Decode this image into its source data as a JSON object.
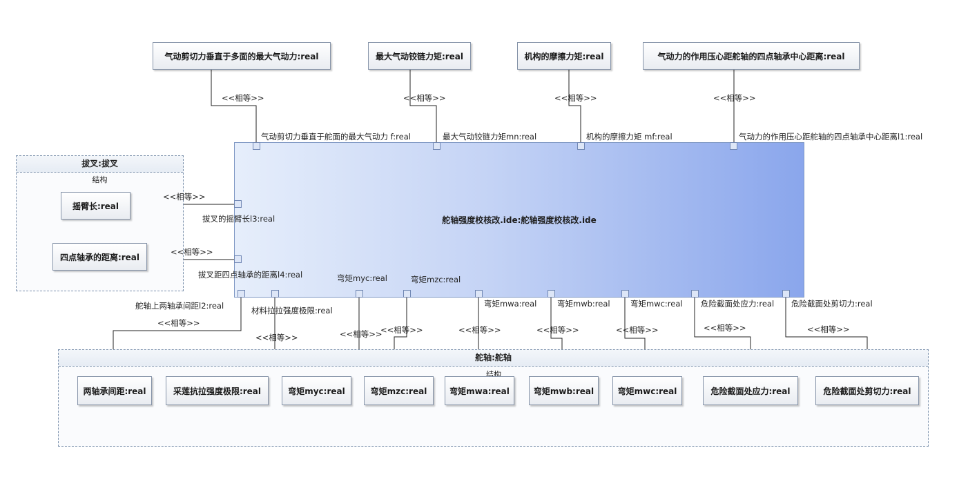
{
  "stereotype": "<<相等>>",
  "constraint_block": {
    "label": "舵轴强度校核改.ide:舵轴强度校核改.ide"
  },
  "top_values": [
    {
      "label": "气动剪切力垂直于多面的最大气动力:real"
    },
    {
      "label": "最大气动铰链力矩:real"
    },
    {
      "label": "机构的摩擦力矩:real"
    },
    {
      "label": "气动力的作用压心距舵轴的四点轴承中心距离:real"
    }
  ],
  "left_group": {
    "title": "拔叉:拔叉",
    "subtitle": "结构",
    "values": [
      {
        "label": "摇臂长:real"
      },
      {
        "label": "四点轴承的距离:real"
      }
    ]
  },
  "bottom_group": {
    "title": "舵轴:舵轴",
    "subtitle": "结构",
    "values": [
      {
        "label": "两轴承间距:real"
      },
      {
        "label": "采莲抗拉强度极限:real"
      },
      {
        "label": "弯矩myc:real"
      },
      {
        "label": "弯矩mzc:real"
      },
      {
        "label": "弯矩mwa:real"
      },
      {
        "label": "弯矩mwb:real"
      },
      {
        "label": "弯矩mwc:real"
      },
      {
        "label": "危险截面处应力:real"
      },
      {
        "label": "危险截面处剪切力:real"
      }
    ]
  },
  "ports": {
    "top": [
      {
        "label": "气动剪切力垂直于舵面的最大气动力 f:real"
      },
      {
        "label": "最大气动铰链力矩mn:real"
      },
      {
        "label": "机构的摩擦力矩 mf:real"
      },
      {
        "label": "气动力的作用压心距舵轴的四点轴承中心距离l1:real"
      }
    ],
    "left": [
      {
        "label": "拔叉的摇臂长l3:real"
      },
      {
        "label": "拔叉距四点轴承的距离l4:real"
      }
    ],
    "bottom": [
      {
        "label": "舵轴上两轴承间距l2:real"
      },
      {
        "label": "材料拉拉强度极限:real"
      },
      {
        "label": "弯矩myc:real"
      },
      {
        "label": "弯矩mzc:real"
      },
      {
        "label": "弯矩mwa:real"
      },
      {
        "label": "弯矩mwb:real"
      },
      {
        "label": "弯矩mwc:real"
      },
      {
        "label": "危险截面处应力:real"
      },
      {
        "label": "危险截面处剪切力:real"
      }
    ]
  }
}
